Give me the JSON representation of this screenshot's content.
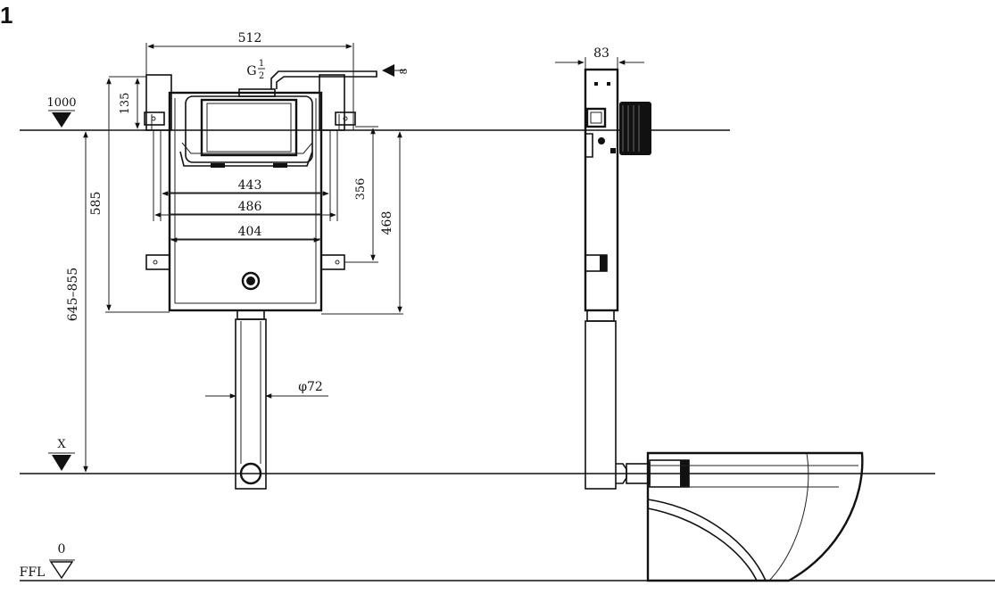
{
  "figure_number": "1",
  "levels": {
    "top": "1000",
    "mid": "X",
    "floor_value": "0",
    "floor_label": "FFL"
  },
  "dimensions": {
    "width_512": "512",
    "height_135": "135",
    "pipe_g12": "G",
    "pipe_g12_num": "1",
    "pipe_g12_den": "2",
    "inner_443": "443",
    "inner_486": "486",
    "inner_404": "404",
    "height_585": "585",
    "height_356": "356",
    "height_468": "468",
    "range_645_855": "645–855",
    "diameter_72": "φ72",
    "side_83": "83",
    "inlet_8": "8"
  }
}
